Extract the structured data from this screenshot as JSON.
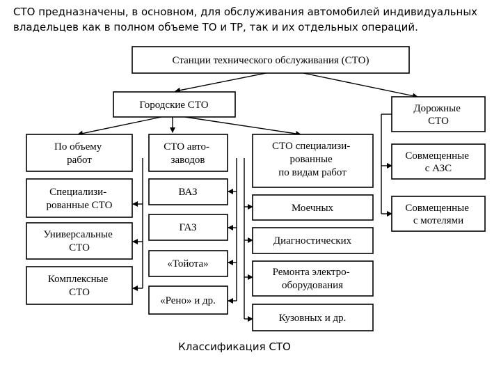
{
  "intro_text": "СТО предназначены, в основном, для обслуживания автомобилей индивидуальных владельцев как в полном объеме ТО и ТР, так и их отдельных операций.",
  "caption": "Классификация СТО",
  "diagram": {
    "root": [
      "Станции технического обслуживания (СТО)"
    ],
    "city": [
      "Городские СТО"
    ],
    "road": [
      "Дорожные",
      "СТО"
    ],
    "road_children": [
      [
        "Совмещенные",
        "с АЗС"
      ],
      [
        "Совмещенные",
        "с мотелями"
      ]
    ],
    "by_volume": [
      "По объему",
      "работ"
    ],
    "by_volume_children": [
      [
        "Специализи-",
        "рованные СТО"
      ],
      [
        "Универсальные",
        "СТО"
      ],
      [
        "Комплексные",
        "СТО"
      ]
    ],
    "auto_plants": [
      "СТО авто-",
      "заводов"
    ],
    "auto_plants_children": [
      [
        "ВАЗ"
      ],
      [
        "ГАЗ"
      ],
      [
        "«Тойота»"
      ],
      [
        "«Рено» и др."
      ]
    ],
    "specialized": [
      "СТО специализи-",
      "рованные",
      "по видам работ"
    ],
    "specialized_children": [
      [
        "Моечных"
      ],
      [
        "Диагностических"
      ],
      [
        "Ремонта электро-",
        "оборудования"
      ],
      [
        "Кузовных и др."
      ]
    ]
  }
}
